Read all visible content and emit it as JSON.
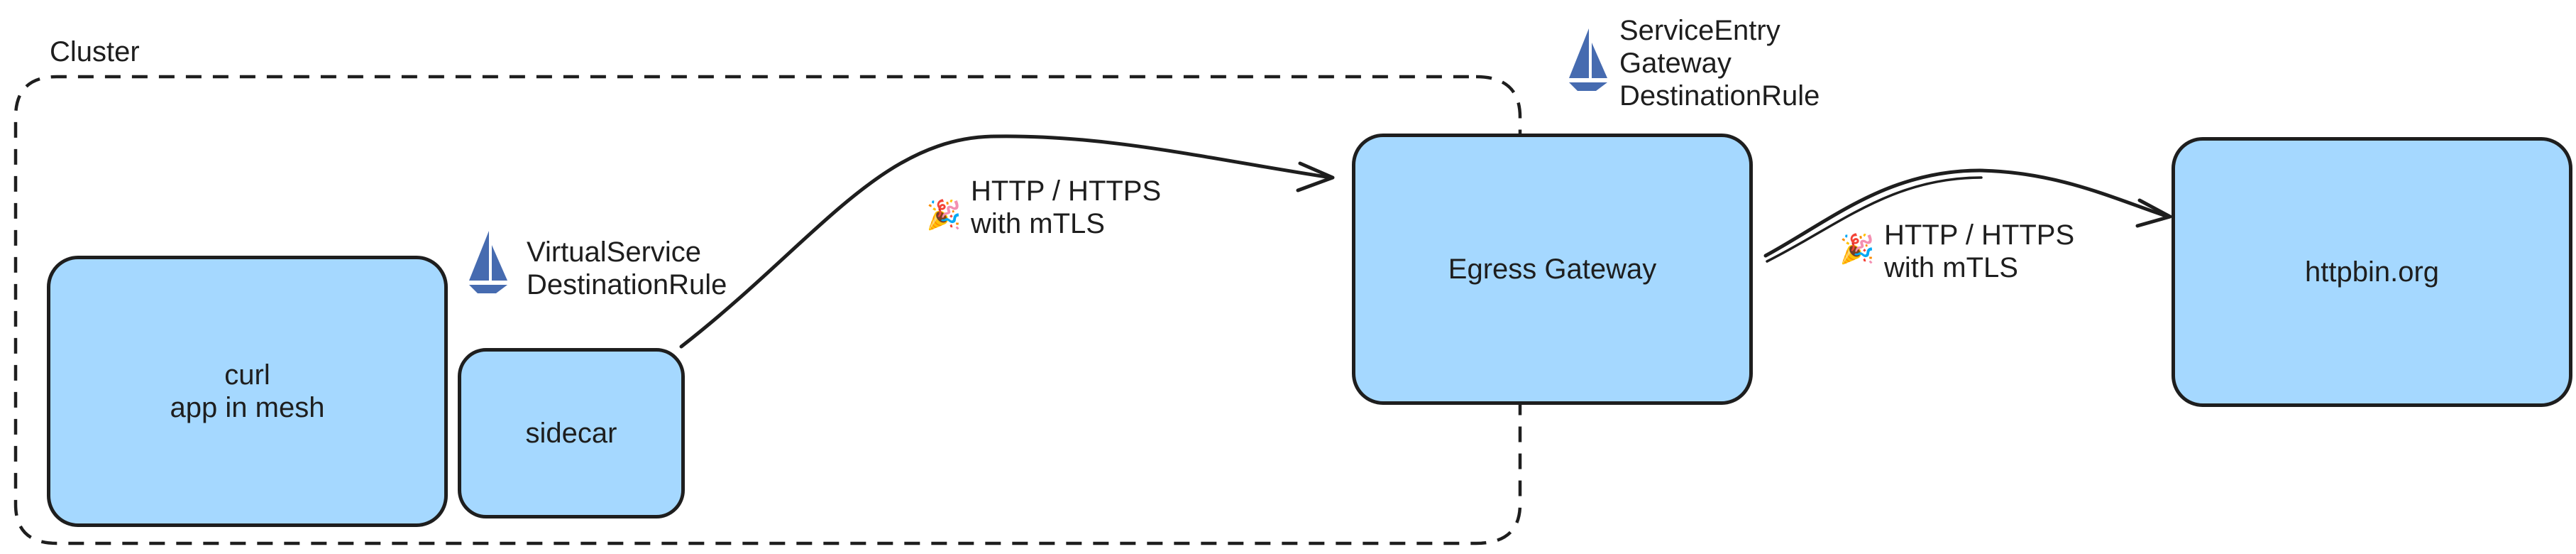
{
  "cluster": {
    "label": "Cluster"
  },
  "nodes": {
    "curl": {
      "line1": "curl",
      "line2": "app in mesh"
    },
    "sidecar": {
      "label": "sidecar"
    },
    "egress": {
      "label": "Egress Gateway"
    },
    "httpbin": {
      "label": "httpbin.org"
    }
  },
  "sidecar_config": {
    "line1": "VirtualService",
    "line2": "DestinationRule"
  },
  "egress_config": {
    "line1": "ServiceEntry",
    "line2": "Gateway",
    "line3": "DestinationRule"
  },
  "edge1": {
    "line1": "HTTP / HTTPS",
    "line2": "with mTLS",
    "emoji": "🎉"
  },
  "edge2": {
    "line1": "HTTP / HTTPS",
    "line2": "with mTLS",
    "emoji": "🎉"
  },
  "colors": {
    "box_fill": "#a5d8ff",
    "stroke": "#1e1e1e",
    "logo": "#466bb0"
  },
  "icons": {
    "istio_logo": "istio-sail-icon",
    "party": "party-popper-icon"
  }
}
